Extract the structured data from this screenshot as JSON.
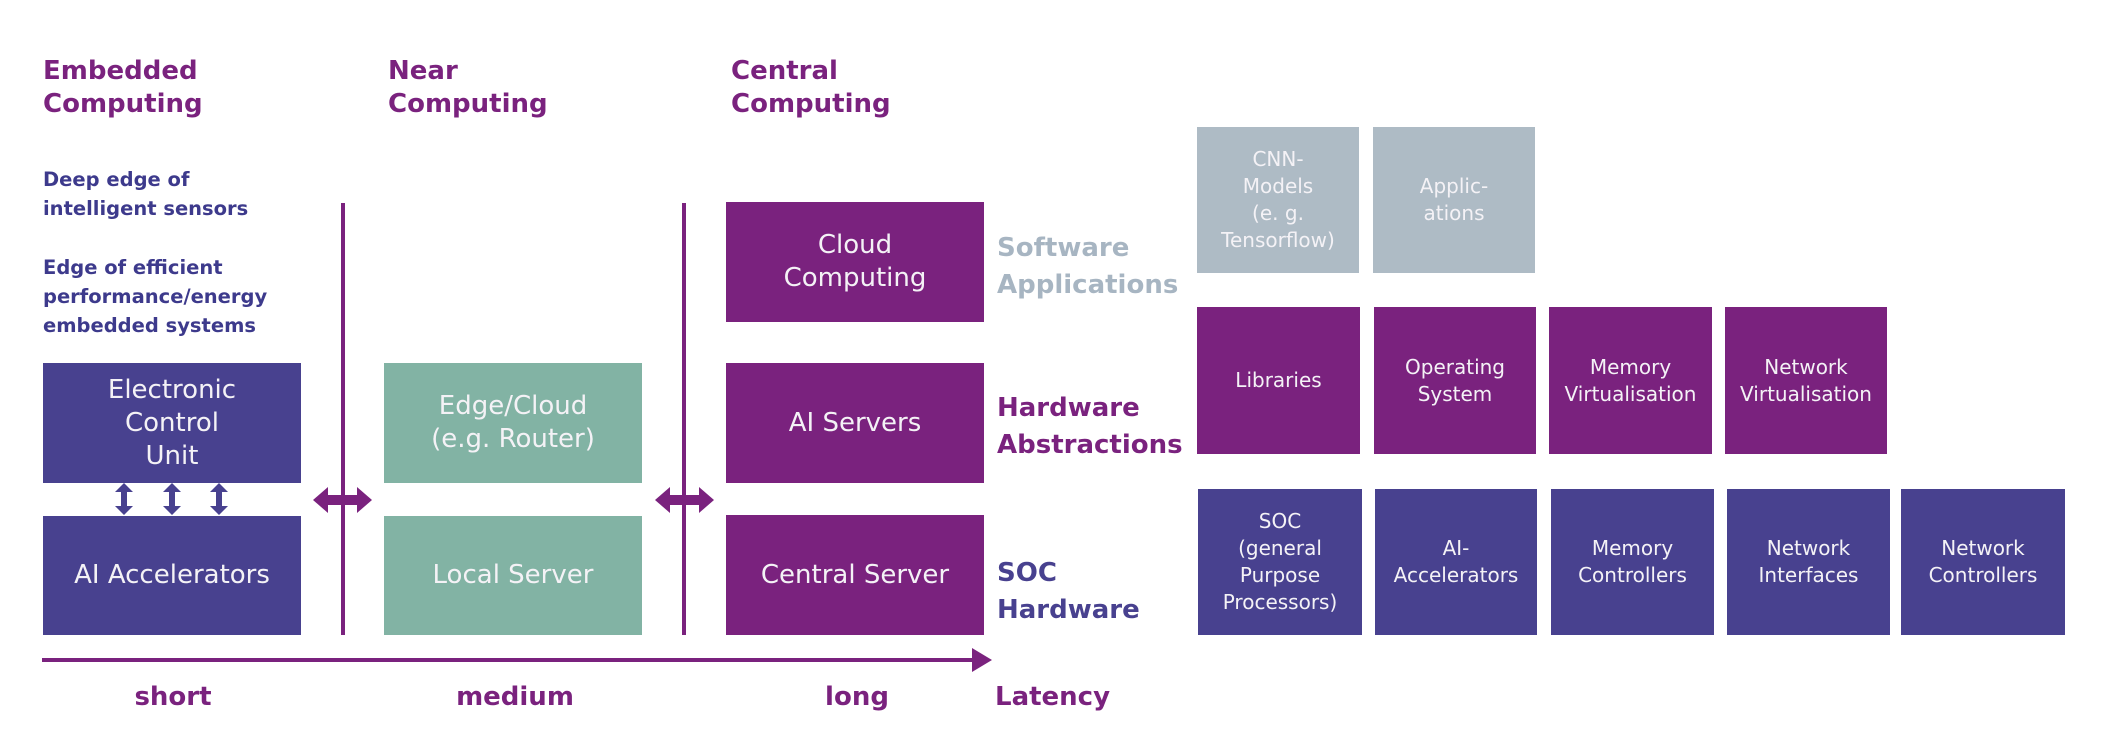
{
  "colors": {
    "purple": "#7a227e",
    "blue": "#48418f",
    "green": "#82b3a4",
    "grey": "#aebbc5",
    "grey_text": "#a7b5c2"
  },
  "columns": {
    "embedded": {
      "title": "Embedded\nComputing"
    },
    "near": {
      "title": "Near\nComputing"
    },
    "central": {
      "title": "Central\nComputing"
    }
  },
  "notes": {
    "deep_edge": "Deep edge of\nintelligent sensors",
    "efficient_edge": "Edge of efficient\nperformance/energy\nembedded systems"
  },
  "embedded_boxes": {
    "ecu": "Electronic\nControl\nUnit",
    "ai_accelerators": "AI Accelerators"
  },
  "near_boxes": {
    "edge_cloud": "Edge/Cloud\n(e.g. Router)",
    "local_server": "Local Server"
  },
  "central_boxes": {
    "cloud_computing": "Cloud\nComputing",
    "ai_servers": "AI Servers",
    "central_server": "Central Server"
  },
  "row_labels": {
    "software": "Software\nApplications",
    "hardware_abstractions": "Hardware\nAbstractions",
    "soc_hardware": "SOC\nHardware"
  },
  "latency_axis": {
    "short": "short",
    "medium": "medium",
    "long": "long",
    "label": "Latency"
  },
  "stack": {
    "software": [
      "CNN-\nModels\n(e. g.\nTensorflow)",
      "Applic-\nations"
    ],
    "abstractions": [
      "Libraries",
      "Operating\nSystem",
      "Memory\nVirtualisation",
      "Network\nVirtualisation"
    ],
    "hardware": [
      "SOC\n(general\nPurpose\nProcessors)",
      "AI-\nAccelerators",
      "Memory\nControllers",
      "Network\nInterfaces",
      "Network\nControllers"
    ]
  }
}
